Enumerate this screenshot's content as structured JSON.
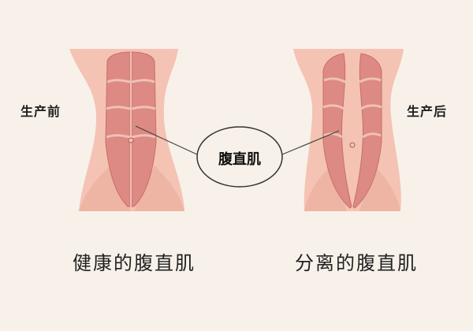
{
  "labels": {
    "before": "生产前",
    "after": "生产后",
    "center": "腹直肌",
    "caption_left": "健康的腹直肌",
    "caption_right": "分离的腹直肌"
  },
  "colors": {
    "background": "#f8f1ea",
    "skin": "#f4c3b4",
    "skin_shadow": "#e9a897",
    "muscle": "#dc8a83",
    "muscle_dark": "#c76f69",
    "muscle_line": "#efc1b7",
    "leader_line": "#444444"
  }
}
